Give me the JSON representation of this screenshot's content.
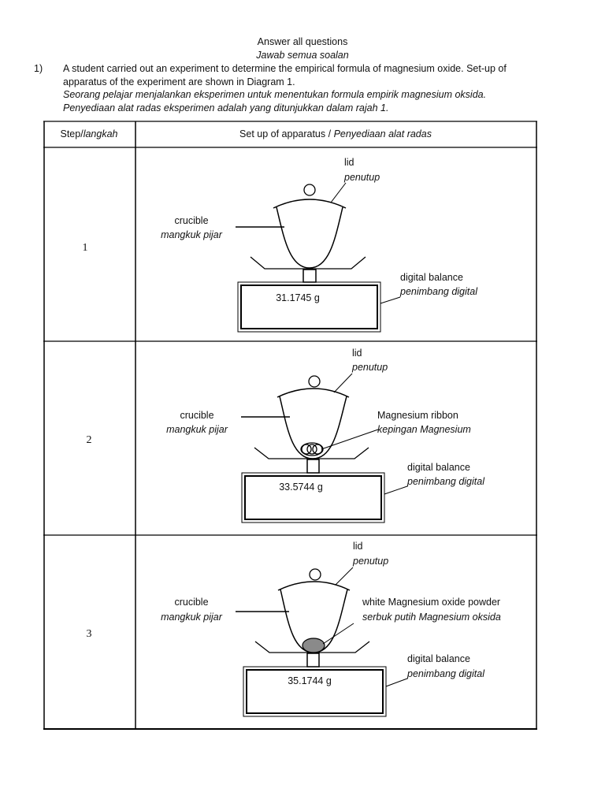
{
  "header": {
    "title_en": "Answer all questions",
    "title_my": "Jawab semua soalan"
  },
  "question": {
    "number": "1)",
    "line1": "A student carried out an experiment to determine the empirical formula of magnesium oxide. Set-up of",
    "line2": "apparatus of the experiment are shown in Diagram 1.",
    "line3": "Seorang pelajar menjalankan eksperimen untuk menentukan formula empirik magnesium oksida.",
    "line4": "Penyediaan alat radas eksperimen adalah yang ditunjukkan dalam rajah 1."
  },
  "table": {
    "header_step_en": "Step/",
    "header_step_my": "langkah",
    "header_setup_en": "Set up of apparatus / ",
    "header_setup_my": "Penyediaan alat radas",
    "rows": [
      {
        "step": "1",
        "lid_en": "lid",
        "lid_my": "penutup",
        "crucible_en": "crucible",
        "crucible_my": "mangkuk pijar",
        "balance_en": "digital balance",
        "balance_my": "penimbang digital",
        "reading": "31.1745 g"
      },
      {
        "step": "2",
        "lid_en": "lid",
        "lid_my": "penutup",
        "crucible_en": "crucible",
        "crucible_my": "mangkuk pijar",
        "content_en": "Magnesium ribbon",
        "content_my": "kepingan Magnesium",
        "balance_en": "digital balance",
        "balance_my": "penimbang digital",
        "reading": "33.5744 g"
      },
      {
        "step": "3",
        "lid_en": "lid",
        "lid_my": "penutup",
        "crucible_en": "crucible",
        "crucible_my": "mangkuk pijar",
        "content_en": "white Magnesium oxide powder",
        "content_my": "serbuk putih Magnesium oksida",
        "balance_en": "digital balance",
        "balance_my": "penimbang digital",
        "reading": "35.1744 g"
      }
    ]
  }
}
